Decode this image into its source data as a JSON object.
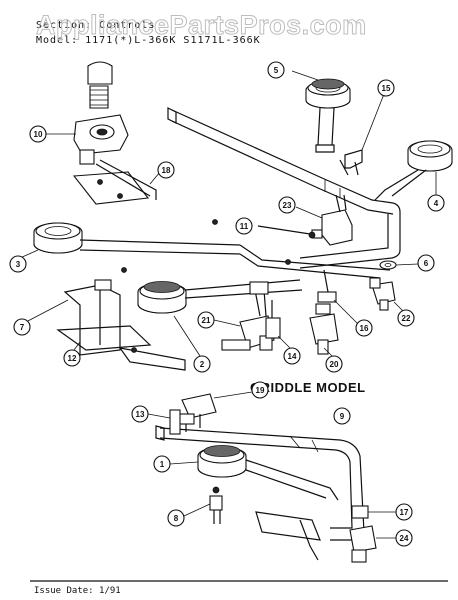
{
  "header": {
    "section_line": "Section: Controls",
    "model_line": "Model: 1171(*)L-366K  S1171L-366K"
  },
  "watermark": "AppliancePartsPros.com",
  "section_label": "GRIDDLE MODEL",
  "footer": {
    "issue_date": "Issue Date: 1/91"
  },
  "callouts": [
    "1",
    "2",
    "3",
    "4",
    "5",
    "6",
    "7",
    "8",
    "9",
    "10",
    "11",
    "12",
    "13",
    "14",
    "15",
    "16",
    "17",
    "18",
    "19",
    "20",
    "21",
    "22",
    "23",
    "24"
  ],
  "colors": {
    "ink": "#111111",
    "watermark": "#bdbdbd",
    "paper": "#ffffff"
  }
}
